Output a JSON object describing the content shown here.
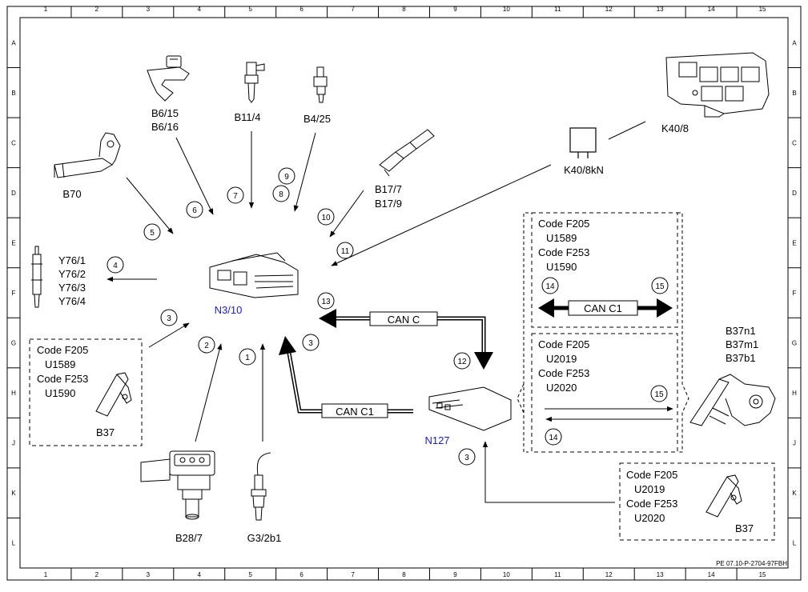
{
  "colors": {
    "line": "#000000",
    "blue_label": "#1a1acc",
    "background": "#ffffff"
  },
  "grid": {
    "columns": [
      "1",
      "2",
      "3",
      "4",
      "5",
      "6",
      "7",
      "8",
      "9",
      "10",
      "11",
      "12",
      "13",
      "14",
      "15"
    ],
    "rows": [
      "A",
      "B",
      "C",
      "D",
      "E",
      "F",
      "G",
      "H",
      "J",
      "K",
      "L"
    ]
  },
  "footer_code": "PE 07.10-P-2704-97FBH",
  "components": {
    "b6": {
      "line1": "B6/15",
      "line2": "B6/16"
    },
    "b11": "B11/4",
    "b4": "B4/25",
    "b70": "B70",
    "b17": {
      "line1": "B17/7",
      "line2": "B17/9"
    },
    "k40relay": "K40/8kN",
    "k40": "K40/8",
    "y76": [
      "Y76/1",
      "Y76/2",
      "Y76/3",
      "Y76/4"
    ],
    "n3": "N3/10",
    "n127": "N127",
    "b28": "B28/7",
    "g3": "G3/2b1",
    "b37_right": [
      "B37n1",
      "B37m1",
      "B37b1"
    ]
  },
  "boxes": {
    "left": {
      "lines": [
        "Code F205",
        "U1589",
        "Code F253",
        "U1590"
      ],
      "label": "B37"
    },
    "right_top": {
      "lines": [
        "Code F205",
        "U1589",
        "Code F253",
        "U1590"
      ]
    },
    "right_mid": {
      "lines": [
        "Code F205",
        "U2019",
        "Code F253",
        "U2020"
      ]
    },
    "bottom": {
      "lines": [
        "Code F205",
        "U2019",
        "Code F253",
        "U2020"
      ],
      "label": "B37"
    }
  },
  "buses": {
    "can_c": "CAN C",
    "can_c1_bottom": "CAN C1",
    "can_c1_right": "CAN C1"
  },
  "numbers": {
    "n1": "1",
    "n2": "2",
    "n3a": "3",
    "n3b": "3",
    "n3c": "3",
    "n4": "4",
    "n5": "5",
    "n6": "6",
    "n7": "7",
    "n8": "8",
    "n9": "9",
    "n10": "10",
    "n11": "11",
    "n12": "12",
    "n13": "13",
    "n14a": "14",
    "n14b": "14",
    "n15a": "15",
    "n15b": "15"
  },
  "icons": [
    "sensor-icon",
    "relay-icon",
    "ecu-icon",
    "glow-plug-icon",
    "pedal-icon",
    "lambda-probe-icon",
    "fuse-box-icon"
  ]
}
